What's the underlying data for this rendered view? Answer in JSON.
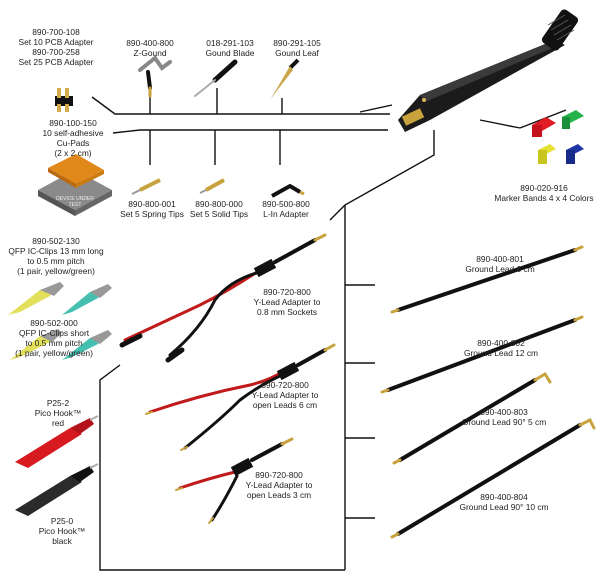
{
  "parts": {
    "pcb_adapter": [
      "890-700-108",
      "Set 10 PCB Adapter",
      "890-700-258",
      "Set 25 PCB Adapter"
    ],
    "z_ground": [
      "890-400-800",
      "Z-Gound"
    ],
    "ground_blade": [
      "018-291-103",
      "Gound Blade"
    ],
    "ground_leaf": [
      "890-291-105",
      "Gound Leaf"
    ],
    "cu_pads": [
      "890-100-150",
      "10 self-adhesive",
      "Cu-Pads",
      "(2 x 2 cm)"
    ],
    "spring_tips": [
      "890-800-001",
      "Set 5 Spring Tips"
    ],
    "solid_tips": [
      "890-800-000",
      "Set 5 Solid Tips"
    ],
    "l_adapter": [
      "890-500-800",
      "L-In Adapter"
    ],
    "marker_bands": [
      "890-020-916",
      "Marker Bands 4 x 4 Colors"
    ],
    "qfp_long": [
      "890-502-130",
      "QFP IC-Clips 13 mm long",
      "to 0.5 mm pitch",
      "(1 pair, yellow/green)"
    ],
    "qfp_short": [
      "890-502-000",
      "QFP IC-Clips short",
      "to 0.5 mm pitch",
      "(1 pair, yellow/green)"
    ],
    "pico_red": [
      "P25-2",
      "Pico Hook™",
      "red"
    ],
    "pico_black": [
      "P25-0",
      "Pico Hook™",
      "black"
    ],
    "y_lead_sockets": [
      "890-720-800",
      "Y-Lead Adapter to",
      "0.8 mm Sockets"
    ],
    "y_lead_6": [
      "890-720-800",
      "Y-Lead Adapter to",
      "open Leads 6 cm"
    ],
    "y_lead_3": [
      "890-720-800",
      "Y-Lead Adapter to",
      "open Leads 3 cm"
    ],
    "ground_lead_6": [
      "890-400-801",
      "Ground Lead 6 cm"
    ],
    "ground_lead_12": [
      "890-400-802",
      "Ground Lead 12 cm"
    ],
    "ground_lead_90_5": [
      "890-400-803",
      "Ground Lead 90° 5 cm"
    ],
    "ground_lead_90_10": [
      "890-400-804",
      "Ground Lead 90° 10 cm"
    ]
  },
  "chip_text": [
    "DEVICE UNDER",
    "TEST"
  ]
}
